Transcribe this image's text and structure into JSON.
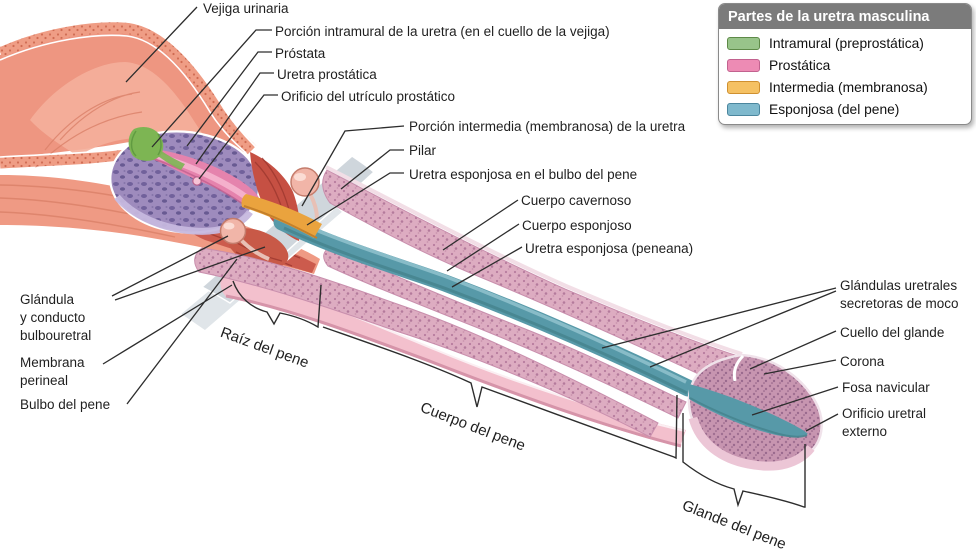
{
  "figure": {
    "title_implicit": "Partes de la uretra masculina (diagrama anatómico)"
  },
  "legend": {
    "title": "Partes de la uretra masculina",
    "items": [
      {
        "label": "Intramural (preprostática)",
        "fill": "#98c48a",
        "border": "#5e8a48"
      },
      {
        "label": "Prostática",
        "fill": "#ed8bb4",
        "border": "#c2628f"
      },
      {
        "label": "Intermedia (membranosa)",
        "fill": "#f5c163",
        "border": "#cf9030"
      },
      {
        "label": "Esponjosa (del pene)",
        "fill": "#7fb9cd",
        "border": "#4b869e"
      }
    ]
  },
  "labels": {
    "vejiga_urinaria": "Vejiga urinaria",
    "porcion_intramural": "Porción intramural de la uretra (en el cuello de la vejiga)",
    "prostata": "Próstata",
    "uretra_prostatica": "Uretra prostática",
    "orificio_utriculo": "Orificio del utrículo prostático",
    "porcion_intermedia": "Porción intermedia (membranosa) de la uretra",
    "pilar": "Pilar",
    "uretra_esponjosa_bulbo": "Uretra esponjosa en el bulbo del pene",
    "cuerpo_cavernoso": "Cuerpo cavernoso",
    "cuerpo_esponjoso": "Cuerpo esponjoso",
    "uretra_esponjosa_peneana": "Uretra esponjosa (peneana)",
    "glandulas_uretrales": "Glándulas uretrales\nsecretoras de moco",
    "cuello_glande": "Cuello del glande",
    "corona": "Corona",
    "fosa_navicular": "Fosa navicular",
    "orificio_uretral_externo": "Orificio uretral\nexterno",
    "glandula_bulbouretral": "Glándula\ny conducto\nbulbouretral",
    "membrana_perineal": "Membrana\nperineal",
    "bulbo_pene": "Bulbo del pene",
    "raiz_pene": "Raíz del pene",
    "cuerpo_pene": "Cuerpo del pene",
    "glande_pene": "Glande del pene"
  },
  "colors": {
    "intramural_segment": "#7db553",
    "prostatic_segment": "#e583ad",
    "intermediate_segment": "#eaa33e",
    "spongy_segment": "#5799a8",
    "bladder": "#ee9681",
    "prostate": "#9e8bbd",
    "erectile_tissue": "#ddacc1",
    "skin": "#f3c0cd",
    "glans": "#c795b0",
    "leader_line": "#2d2d2d"
  }
}
